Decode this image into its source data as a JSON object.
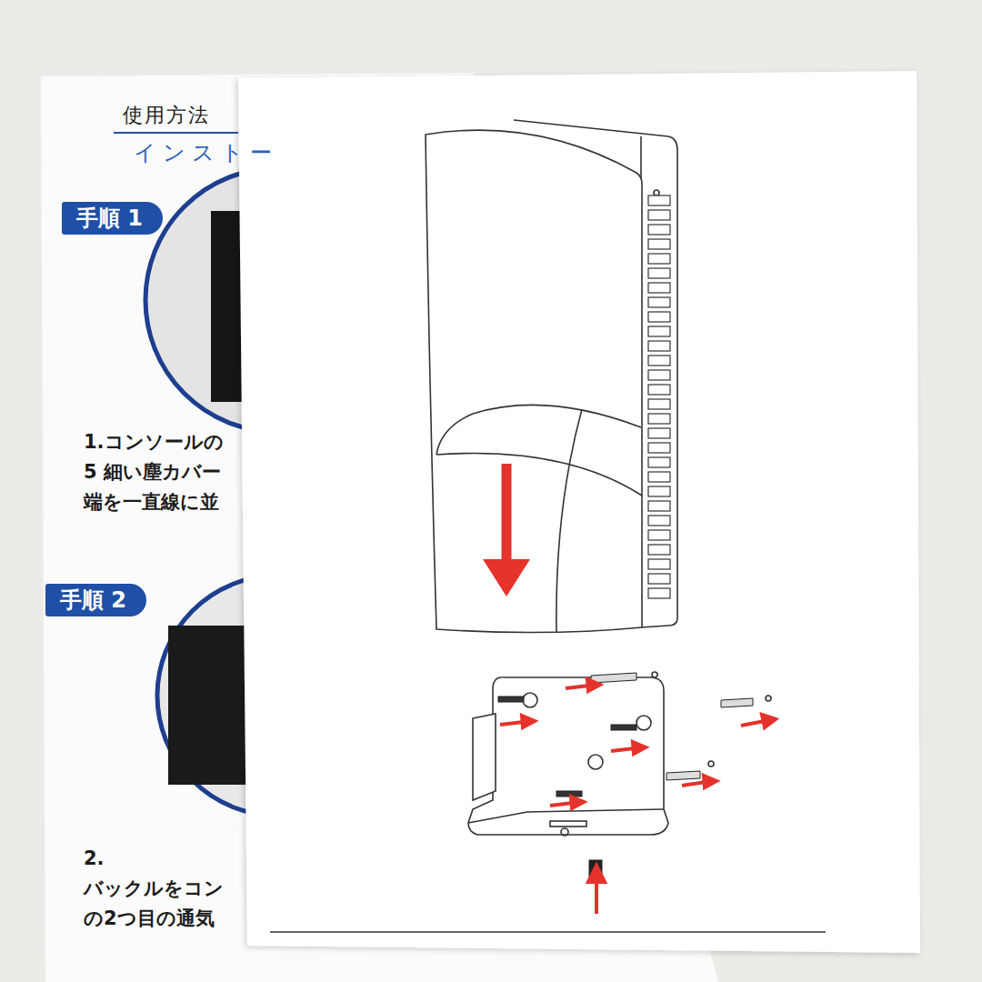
{
  "diagram": {
    "nodes": [
      {
        "text": [
          "手順 1"
        ]
      },
      {
        "text": [
          "手順 2"
        ]
      }
    ],
    "labels": [
      "使用方法",
      "インストー",
      "1.コンソールの 5 細い塵カバー 端を一直線に並",
      "2.バックルをコン の2つ目の通気"
    ]
  }
}
